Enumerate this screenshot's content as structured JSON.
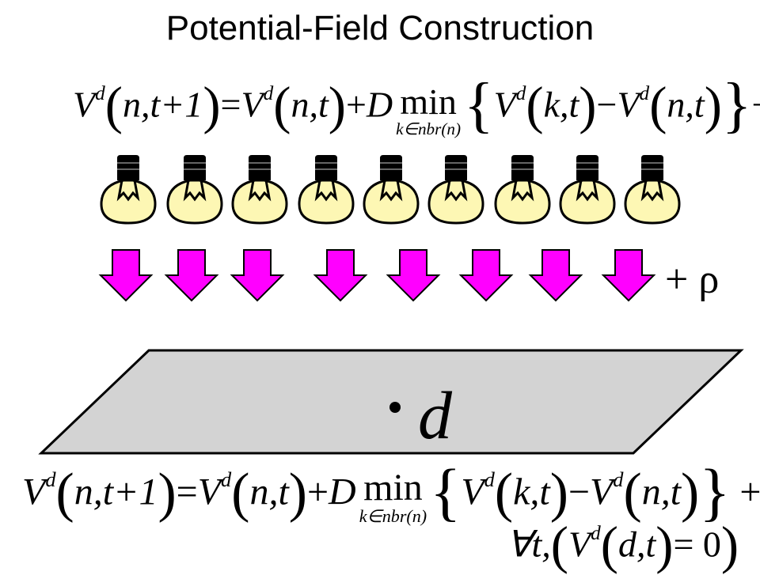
{
  "slide": {
    "title": "Potential-Field Construction"
  },
  "equation": {
    "V": "V",
    "d": "d",
    "lhs_args": "n,t+1",
    "equals": "=",
    "term1_args": "n,t",
    "plus": "+",
    "D": "D",
    "min": "min",
    "min_sub": "k∈nbr(n)",
    "term2_args": "k,t",
    "minus": "−",
    "term3_args": "n,t",
    "rho": "ρ"
  },
  "arrows_label": "+ ρ",
  "destination_label": "d",
  "constraint": {
    "forall": "∀t,",
    "args": "d,t",
    "rhs": "= 0"
  },
  "bulb_count": 9,
  "arrow_count": 8,
  "colors": {
    "bulb_fill": "#fdf7b4",
    "arrow_fill": "#ff00ff",
    "plane_fill": "#d3d3d3",
    "ink": "#000000"
  },
  "icons": {
    "bulb": "lightbulb-icon",
    "arrow": "down-arrow-icon"
  }
}
